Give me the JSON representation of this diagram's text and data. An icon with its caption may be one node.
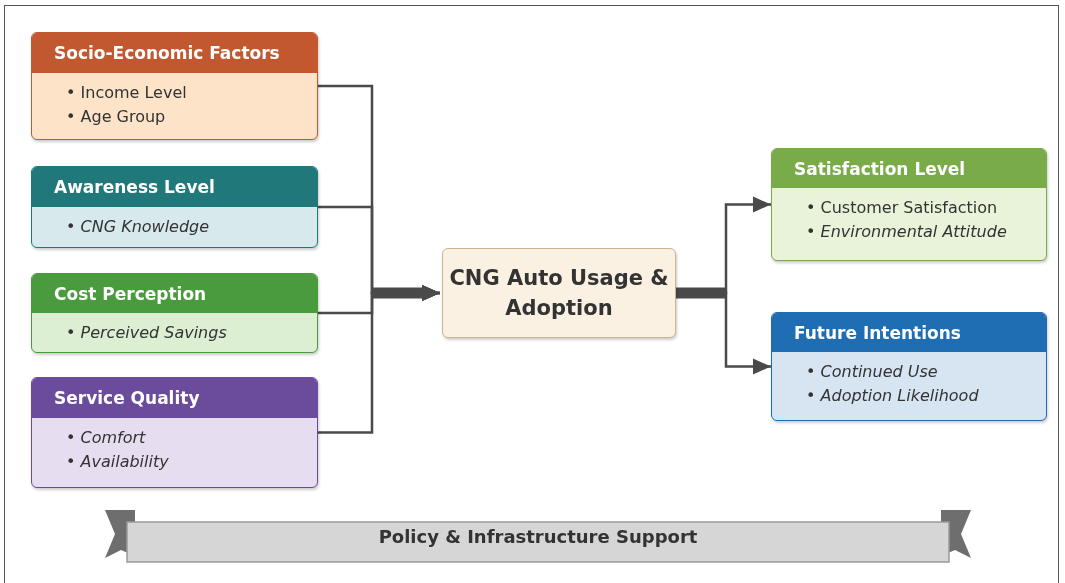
{
  "diagram": {
    "nodes": [
      {
        "text": [
          "Socio-Economic Factors",
          "• Income Level",
          "• Age Group"
        ]
      },
      {
        "text": [
          "Awareness Level",
          "• CNG Knowledge"
        ]
      },
      {
        "text": [
          "Cost Perception",
          "• Perceived Savings"
        ]
      },
      {
        "text": [
          "Service Quality",
          "• Comfort",
          "• Availability"
        ]
      },
      {
        "text": [
          "CNG Auto Usage & Adoption"
        ]
      },
      {
        "text": [
          "Satisfaction Level",
          "• Customer Satisfaction",
          "• Environmental Attitude"
        ]
      },
      {
        "text": [
          "Future Intentions",
          "• Continued Use",
          "• Adoption Likelihood"
        ]
      },
      {
        "text": [
          "Policy & Infrastructure Support"
        ]
      }
    ],
    "edges": [
      {
        "from": 0,
        "to": 4,
        "arrow": "to"
      },
      {
        "from": 1,
        "to": 4,
        "arrow": "to"
      },
      {
        "from": 2,
        "to": 4,
        "arrow": "to"
      },
      {
        "from": 3,
        "to": 4,
        "arrow": "to"
      },
      {
        "from": 4,
        "to": 5,
        "arrow": "to"
      },
      {
        "from": 4,
        "to": 6,
        "arrow": "to"
      }
    ]
  }
}
